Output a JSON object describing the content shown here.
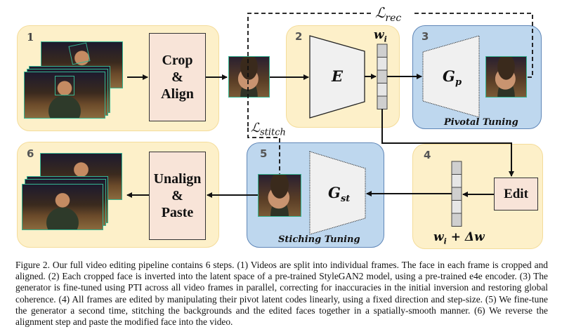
{
  "figure": {
    "steps": [
      {
        "number": "1",
        "title": "Split & detect"
      },
      {
        "number": "2",
        "encoder_label": "E",
        "latent_label": "w",
        "latent_sub": "i"
      },
      {
        "number": "3",
        "generator_label": "G",
        "generator_sub": "p",
        "caption": "Pivotal Tuning"
      },
      {
        "number": "4",
        "process_label": "Edit",
        "latent_label": "w",
        "latent_sub": "i",
        "latent_suffix": " + Δw"
      },
      {
        "number": "5",
        "generator_label": "G",
        "generator_sub": "st",
        "caption": "Stiching Tuning"
      },
      {
        "number": "6"
      }
    ],
    "crop_align_label": "Crop\n&\nAlign",
    "unalign_paste_label": "Unalign\n&\nPaste",
    "loss_rec": {
      "symbol": "ℒ",
      "sub": "rec"
    },
    "loss_stitch": {
      "symbol": "ℒ",
      "sub": "stitch"
    },
    "colors": {
      "stage_yellow": "#fdf0c9",
      "stage_blue": "#bed7ee",
      "process_box": "#f8e4d8",
      "frame_border": "#36b592",
      "landmark": "#3b7bff"
    }
  },
  "caption": {
    "text": "Figure 2. Our full video editing pipeline contains 6 steps. (1) Videos are split into individual frames. The face in each frame is cropped and aligned. (2) Each cropped face is inverted into the latent space of a pre-trained StyleGAN2 model, using a pre-trained e4e encoder. (3) The generator is fine-tuned using PTI across all video frames in parallel, correcting for inaccuracies in the initial inversion and restoring global coherence. (4) All frames are edited by manipulating their pivot latent codes linearly, using a fixed direction and step-size. (5) We fine-tune the generator a second time, stitching the backgrounds and the edited faces together in a spatially-smooth manner. (6) We reverse the alignment step and paste the modified face into the video."
  }
}
